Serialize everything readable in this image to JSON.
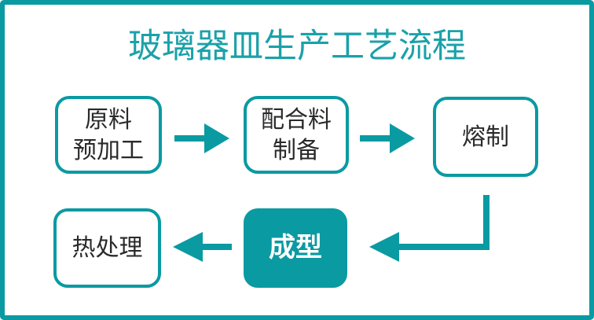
{
  "title": "玻璃器皿生产工艺流程",
  "colors": {
    "teal": "#0a9aa2",
    "title_teal": "#1ba1a9",
    "node_text": "#2a2a2a",
    "filled_node_fill": "#0a9aa2",
    "filled_node_text": "#ffffff",
    "background": "#ffffff"
  },
  "diagram": {
    "type": "flowchart",
    "nodes": [
      {
        "id": "raw-material-pretreatment",
        "label": "原料预加工",
        "lines": [
          "原料",
          "预加工"
        ],
        "style": "outlined"
      },
      {
        "id": "batch-preparation",
        "label": "配合料制备",
        "lines": [
          "配合料",
          "制备"
        ],
        "style": "outlined"
      },
      {
        "id": "melting",
        "label": "熔制",
        "lines": [
          "熔制"
        ],
        "style": "outlined"
      },
      {
        "id": "forming",
        "label": "成型",
        "lines": [
          "成型"
        ],
        "style": "filled"
      },
      {
        "id": "heat-treatment",
        "label": "热处理",
        "lines": [
          "热处理"
        ],
        "style": "outlined"
      }
    ],
    "edges": [
      {
        "from": "raw-material-pretreatment",
        "to": "batch-preparation",
        "shape": "straight-right"
      },
      {
        "from": "batch-preparation",
        "to": "melting",
        "shape": "straight-right"
      },
      {
        "from": "melting",
        "to": "forming",
        "shape": "elbow-down-left"
      },
      {
        "from": "forming",
        "to": "heat-treatment",
        "shape": "straight-left"
      }
    ]
  }
}
